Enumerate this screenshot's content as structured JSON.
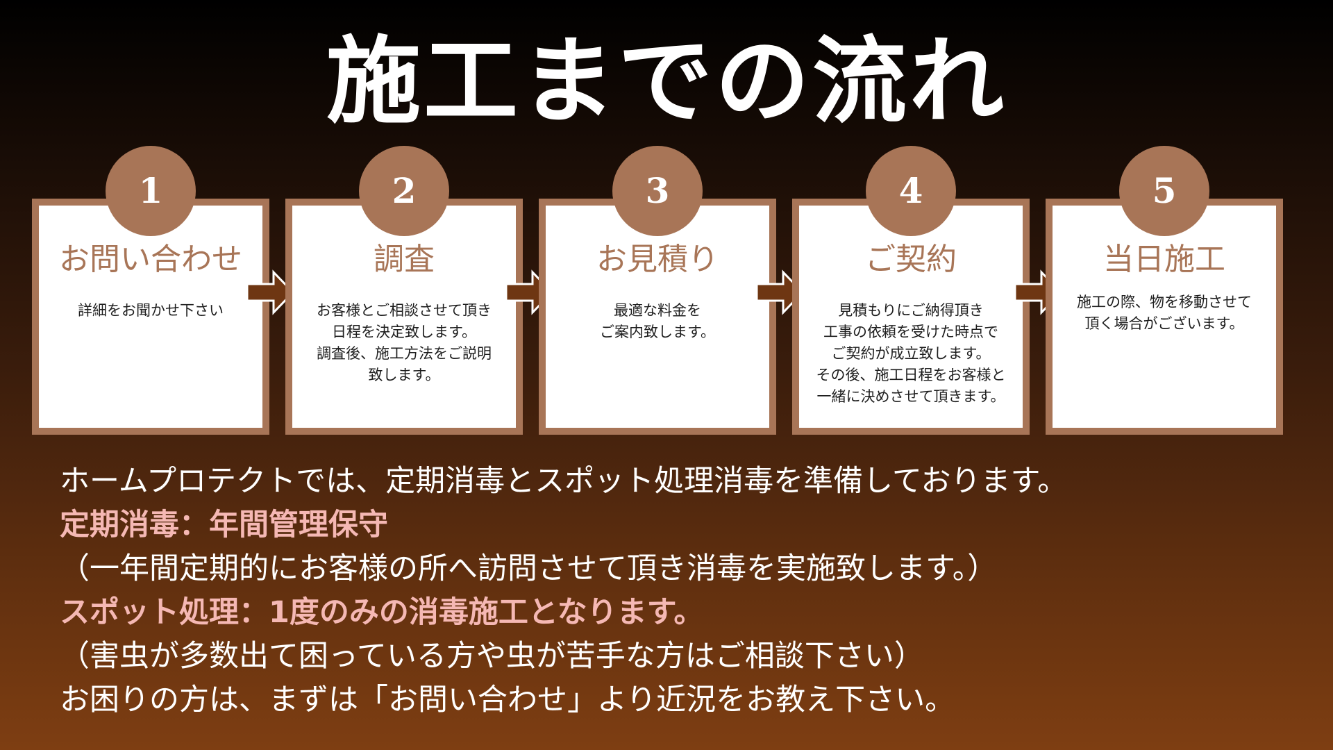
{
  "title": "施工までの流れ",
  "colors": {
    "accent": "#a87557",
    "arrow": "#6e3612",
    "highlight": "#f5b8b4",
    "text": "#ffffff"
  },
  "steps": [
    {
      "number": "1",
      "title": "お問い合わせ",
      "description": "詳細をお聞かせ下さい"
    },
    {
      "number": "2",
      "title": "調査",
      "description": "お客様とご相談させて頂き\n日程を決定致します。\n調査後、施工方法をご説明\n致します。"
    },
    {
      "number": "3",
      "title": "お見積り",
      "description": "最適な料金を\nご案内致します。"
    },
    {
      "number": "4",
      "title": "ご契約",
      "description": "見積もりにご納得頂き\n工事の依頼を受けた時点で\nご契約が成立致します。\nその後、施工日程をお客様と\n一緒に決めさせて頂きます。"
    },
    {
      "number": "5",
      "title": "当日施工",
      "description": "施工の際、物を移動させて\n頂く場合がございます。"
    }
  ],
  "info": {
    "intro": "ホームプロテクトでは、定期消毒とスポット処理消毒を準備しております。",
    "regular_heading": "定期消毒：年間管理保守",
    "regular_detail": "（一年間定期的にお客様の所へ訪問させて頂き消毒を実施致します。）",
    "spot_heading": "スポット処理：1度のみの消毒施工となります。",
    "spot_detail": "（害虫が多数出て困っている方や虫が苦手な方はご相談下さい）",
    "closing": "お困りの方は、まずは「お問い合わせ」より近況をお教え下さい。"
  }
}
